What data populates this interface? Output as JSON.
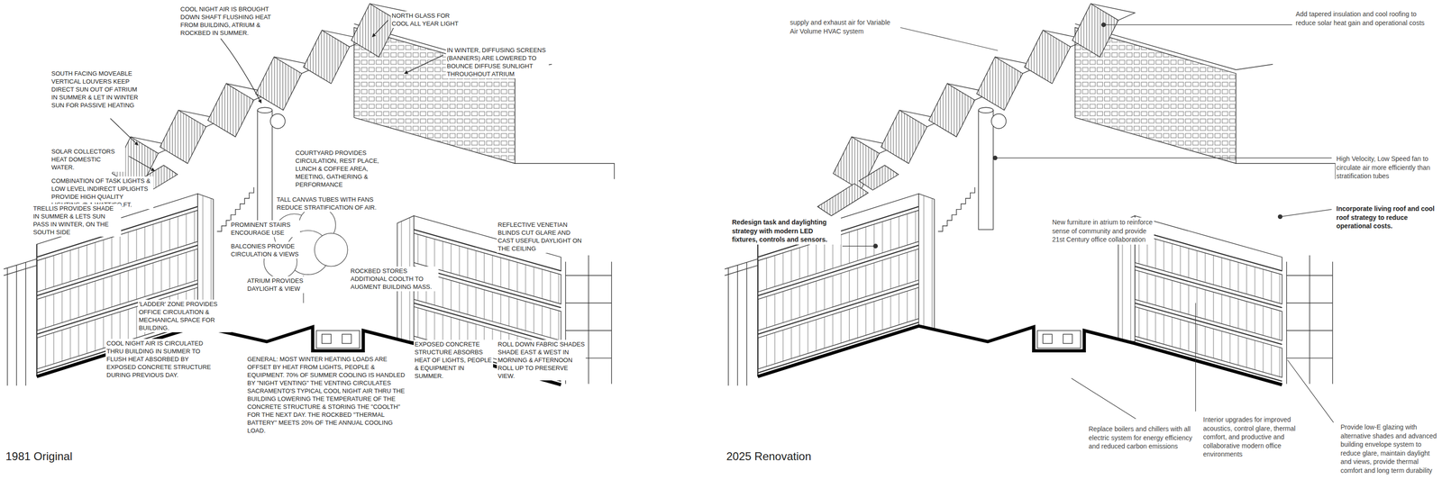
{
  "diagram": {
    "labels": [
      "COOL NIGHT AIR IS BROUGHT DOWN SHAFT FLUSHING HEAT FROM BUILDING, ATRIUM & ROCKBED IN SUMMER.",
      "NORTH GLASS FOR COOL ALL YEAR LIGHT",
      "IN WINTER, DIFFUSING SCREENS (BANNERS) ARE LOWERED TO BOUNCE DIFFUSE SUNLIGHT THROUGHOUT ATRIUM",
      "SOUTH FACING MOVEABLE VERTICAL LOUVERS KEEP DIRECT SUN OUT OF ATRIUM IN SUMMER & LET IN WINTER SUN FOR PASSIVE HEATING",
      "SOLAR COLLECTORS HEAT DOMESTIC WATER.",
      "COMBINATION OF TASK LIGHTS & LOW LEVEL INDIRECT UPLIGHTS PROVIDE HIGH QUALITY LIGHTING @ 1 WATT/SQ.FT.",
      "TRELLIS PROVIDES SHADE IN SUMMER & LETS SUN PASS IN WINTER, ON THE SOUTH SIDE",
      "COURTYARD PROVIDES CIRCULATION, REST PLACE, LUNCH & COFFEE AREA, MEETING, GATHERING & PERFORMANCE",
      "TALL CANVAS TUBES WITH FANS REDUCE STRATIFICATION OF AIR.",
      "PROMINENT STAIRS ENCOURAGE USE",
      "BALCONIES PROVIDE CIRCULATION & VIEWS",
      "ATRIUM PROVIDES DAYLIGHT & VIEW",
      "'LADDER' ZONE PROVIDES OFFICE CIRCULATION & MECHANICAL SPACE FOR BUILDING.",
      "COOL NIGHT AIR IS CIRCULATED THRU BUILDING IN SUMMER TO FLUSH HEAT ABSORBED BY EXPOSED CONCRETE STRUCTURE DURING PREVIOUS DAY.",
      "ROCKBED STORES ADDITIONAL COOLTH TO AUGMENT BUILDING MASS.",
      "REFLECTIVE VENETIAN BLINDS CUT GLARE AND CAST USEFUL DAYLIGHT ON THE CEILING",
      "EXPOSED CONCRETE STRUCTURE ABSORBS HEAT OF LIGHTS, PEOPLE & EQUIPMENT IN SUMMER.",
      "ROLL DOWN FABRIC SHADES SHADE EAST & WEST IN MORNING & AFTERNOON ROLL UP TO PRESERVE VIEW.",
      "GENERAL: MOST WINTER HEATING LOADS ARE OFFSET BY HEAT FROM LIGHTS, PEOPLE & EQUIPMENT. 70% OF SUMMER COOLING IS HANDLED BY \"NIGHT VENTING\" THE VENTING CIRCULATES SACRAMENTO'S TYPICAL COOL NIGHT AIR THRU THE BUILDING LOWERING THE TEMPERATURE OF THE CONCRETE STRUCTURE & STORING THE \"COOLTH\" FOR THE NEXT DAY. THE ROCKBED \"THERMAL BATTERY\" MEETS 20% OF THE ANNUAL COOLING LOAD.",
      "1981 Original",
      "supply and exhaust air for Variable Air Volume HVAC system",
      "Add tapered insulation and cool roofing to reduce solar heat gain and operational costs",
      "High Velocity, Low Speed fan to circulate air more efficiently than stratification tubes",
      "Incorporate living roof and cool roof strategy to reduce operational costs.",
      "Redesign task and daylighting strategy with modern LED fixtures, controls and sensors.",
      "New furniture in atrium to reinforce sense of community and provide 21st Century office collaboration",
      "Replace boilers and chillers with all electric system for energy efficiency and reduced carbon emissions",
      "Interior upgrades for improved acoustics, control glare, thermal comfort, and productive and collaborative modern office environments",
      "Provide low-E glazing with alternative shades and advanced building envelope system to reduce glare, maintain daylight and views, provide thermal comfort and long term durability",
      "2025 Renovation"
    ]
  }
}
